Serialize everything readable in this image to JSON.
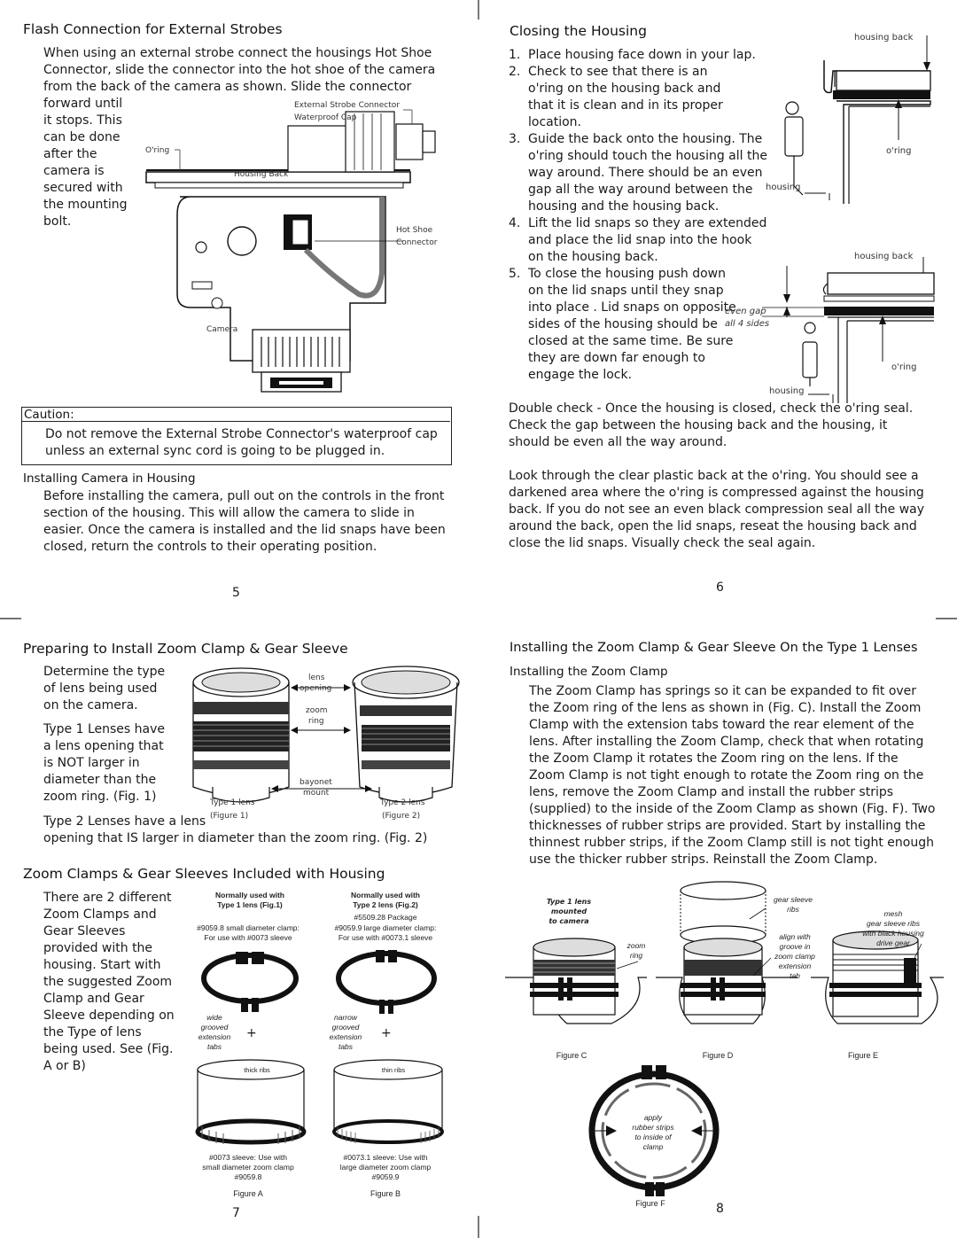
{
  "p5": {
    "title": "Flash Connection for External Strobes",
    "intro": "When using an external strobe connect the housings Hot Shoe Connector, slide the connector into the hot shoe of the camera from the back of the camera as shown. Slide the connector",
    "wrap_lines": [
      "forward until",
      "it stops. This",
      "can be done",
      "after the",
      "camera is",
      "secured with",
      "the mounting",
      "bolt."
    ],
    "labels": {
      "ext_connector": "External Strobe Connector",
      "waterproof_cap": "Waterproof Cap",
      "oring": "O'ring",
      "housing_back": "Housing Back",
      "hot_shoe": "Hot Shoe",
      "connector": "Connector",
      "camera": "Camera"
    },
    "caution_title": "Caution:",
    "caution_text": "Do not remove the External Strobe Connector's waterproof cap unless an external sync cord is going to be plugged in.",
    "install_title": "Installing Camera in Housing",
    "install_text": "Before installing the camera, pull out on the controls in the front section of the housing. This will allow the camera to slide in easier. Once the camera is installed and the lid snaps have been closed, return the controls to their operating position.",
    "page_number": "5"
  },
  "p6": {
    "title": "Closing the Housing",
    "steps": [
      {
        "n": "1.",
        "text": "Place housing face down in your lap."
      },
      {
        "n": "2.",
        "text": "Check to see that there is an o'ring on the housing back and that it is clean and in its proper location."
      },
      {
        "n": "3.",
        "text": "Guide the back onto the housing. The o'ring should touch the housing all the way around. There should be an even gap all the way around between the housing and the housing back."
      },
      {
        "n": "4.",
        "text": "Lift the lid snaps so they are extended and place the lid snap  into the hook on the housing back."
      },
      {
        "n": "5.",
        "text": "To close the housing push down on the lid snaps until they snap into place . Lid snaps on opposite sides of the housing should be closed at the same time. Be sure they are down far enough to engage the lock."
      }
    ],
    "double_check_label": "Double check",
    "double_check_text": " - Once the housing is closed, check the o'ring seal. Check the gap between the housing back and the housing, it should be even all the way around.",
    "look_text": "Look through the clear plastic back at the o'ring. You should see a darkened area where the o'ring is compressed against the housing back. If you do not see an even black compression seal all the way around the back, open the lid snaps, reseat the housing back and close the lid snaps. Visually check the seal again.",
    "labels": {
      "housing_back": "housing back",
      "oring": "o'ring",
      "housing": "housing",
      "even_gap": "even gap",
      "all_sides": "all 4 sides"
    },
    "page_number": "6"
  },
  "p7": {
    "title": "Preparing to Install Zoom Clamp & Gear Sleeve",
    "determine": "Determine the type of lens being used on the camera.",
    "type1": "Type 1 Lenses have a lens opening that is NOT larger in diameter than the zoom ring.",
    "fig1_ref": "(Fig. 1)",
    "type2": "Type 2 Lenses have a lens",
    "type2_cont": "opening that IS larger in diameter than the zoom ring.",
    "fig2_ref": "(Fig. 2)",
    "lens_labels": {
      "lens_opening_1": "lens",
      "lens_opening_2": "opening",
      "zoom_ring_1": "zoom",
      "zoom_ring_2": "ring",
      "bayonet_1": "bayonet",
      "bayonet_2": "mount",
      "type1_lens": "Type 1 lens",
      "type2_lens": "Type 2 lens",
      "figure1": "(Figure 1)",
      "figure2": "(Figure 2)"
    },
    "title2": "Zoom Clamps & Gear Sleeves Included with Housing",
    "clamps_text": "There are 2 different Zoom Clamps and Gear Sleeves provided with the housing. Start with the suggested Zoom Clamp and Gear Sleeve depending on the Type of lens being used. See",
    "clamps_ref": "(Fig. A or B)",
    "figA": {
      "head1": "Normally used with",
      "head2": "Type 1 lens (Fig.1)",
      "clamp1": "#9059.8 small diameter clamp:",
      "clamp2": "For use with #0073 sleeve",
      "tabs": [
        "wide",
        "grooved",
        "extension",
        "tabs"
      ],
      "ribs": "thick ribs",
      "cap1": "#0073 sleeve: Use with",
      "cap2": "small diameter zoom clamp",
      "cap3": "#9059.8",
      "fig": "Figure A"
    },
    "figB": {
      "head1": "Normally used with",
      "head2": "Type 2 lens (Fig.2)",
      "pkg": "#5509.28 Package",
      "clamp1": "#9059.9 large diameter clamp:",
      "clamp2": "For use with #0073.1 sleeve",
      "tabs": [
        "narrow",
        "grooved",
        "extension",
        "tabs"
      ],
      "ribs": "thin ribs",
      "cap1": "#0073.1 sleeve: Use with",
      "cap2": "large diameter zoom clamp",
      "cap3": "#9059.9",
      "fig": "Figure B"
    },
    "plus": "+",
    "page_number": "7"
  },
  "p8": {
    "title": "Installing the Zoom Clamp & Gear Sleeve On the Type 1 Lenses",
    "sub": "Installing the Zoom Clamp",
    "text_a": "The Zoom Clamp has springs so it can be expanded to fit over the Zoom ring of the lens as shown in",
    "ref_c": "(Fig. C)",
    "text_b": ". Install the Zoom Clamp with the extension tabs toward the rear element of the lens. After installing the Zoom Clamp, check that when rotating the Zoom Clamp it rotates the Zoom ring on the lens. If the Zoom Clamp is not tight enough to rotate the Zoom ring on the lens, remove the Zoom Clamp and install the rubber strips (supplied) to the inside of the Zoom Clamp as shown",
    "ref_f": "(Fig. F)",
    "text_c": ". Two thicknesses of rubber strips are provided. Start by installing the thinnest rubber strips, if the Zoom Clamp still is not tight enough use the thicker rubber strips. Reinstall the Zoom Clamp.",
    "labels": {
      "type1_mounted": [
        "Type 1 lens",
        "mounted",
        "to camera"
      ],
      "zoom_ring": [
        "zoom",
        "ring"
      ],
      "gear_sleeve_ribs": [
        "gear sleeve",
        "ribs"
      ],
      "align": [
        "align with",
        "groove in",
        "zoom clamp",
        "extension",
        "tab"
      ],
      "mesh": [
        "mesh",
        "gear sleeve ribs",
        "with black housing",
        "drive gear"
      ],
      "apply": [
        "apply",
        "rubber strips",
        "to inside of",
        "clamp"
      ],
      "figC": "Figure C",
      "figD": "Figure D",
      "figE": "Figure E",
      "figF": "Figure F"
    },
    "page_number": "8"
  }
}
